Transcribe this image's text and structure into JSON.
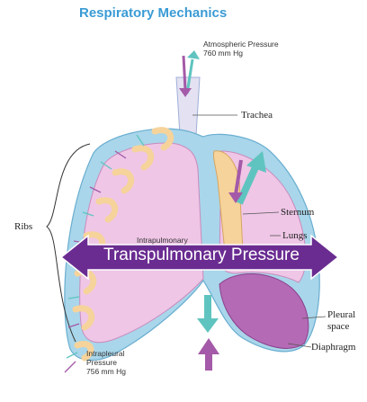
{
  "title": "Respiratory Mechanics",
  "labels": {
    "atmospheric_line1": "Atmospheric Pressure",
    "atmospheric_line2": "760 mm Hg",
    "trachea": "Trachea",
    "ribs": "Ribs",
    "sternum": "Sternum",
    "lungs": "Lungs",
    "intrapulmonary": "Intrapulmonary",
    "pleural_line1": "Pleural",
    "pleural_line2": "space",
    "diaphragm": "Diaphragm",
    "intrapleural_line1": "Intrapleural",
    "intrapleural_line2": "Pressure",
    "intrapleural_line3": "756 mm Hg"
  },
  "banner": {
    "text": "Transpulmonary Pressure",
    "color": "#6a2c91"
  },
  "colors": {
    "title": "#3a9bd5",
    "pleura_blue": "#a9d6ea",
    "lung_pink": "#efc6e6",
    "rib_tan": "#f6d39b",
    "teal_arrow": "#5fc4bf",
    "purple_arrow": "#a45aa8",
    "diaphragm_purple": "#b56ab5"
  }
}
